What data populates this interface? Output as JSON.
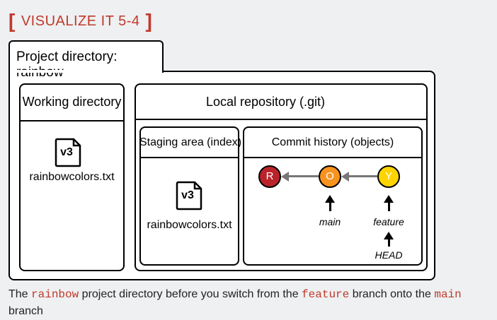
{
  "heading": {
    "bracket_open": "[",
    "text": "VISUALIZE IT 5-4",
    "bracket_close": "]"
  },
  "project": {
    "label": "Project directory: rainbow"
  },
  "working_directory": {
    "title": "Working directory",
    "file_version": "v3",
    "file_name": "rainbowcolors.txt"
  },
  "local_repository": {
    "title": "Local repository (.git)",
    "staging": {
      "title": "Staging area (index)",
      "file_version": "v3",
      "file_name": "rainbowcolors.txt"
    },
    "commit_history": {
      "title": "Commit history (objects)",
      "commits": [
        "R",
        "O",
        "Y"
      ],
      "pointers": {
        "main": "main",
        "feature": "feature",
        "head": "HEAD"
      }
    }
  },
  "caption": {
    "part1": "The ",
    "code1": "rainbow",
    "part2": " project directory before you switch from the ",
    "code2": "feature",
    "part3": " branch onto the ",
    "code3": "main",
    "part4": " branch"
  },
  "colors": {
    "accent": "#c0392b",
    "commit_r": "#b8242a",
    "commit_o": "#f7931e",
    "commit_y": "#ffd400"
  }
}
